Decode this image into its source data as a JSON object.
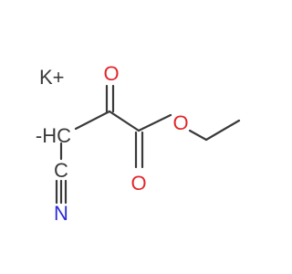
{
  "structure": {
    "counterion": "K+",
    "labels": {
      "carbanion": "-HC",
      "nitrile_carbon": "C",
      "nitrogen": "N",
      "ketone_oxygen": "O",
      "carbonyl_oxygen": "O",
      "ester_oxygen": "O"
    }
  },
  "colors": {
    "bond": "#3a3a3a",
    "carbon_label": "#3a3a3a",
    "oxygen": "#e3262b",
    "nitrogen": "#2b2bd9",
    "background": "#ffffff"
  }
}
